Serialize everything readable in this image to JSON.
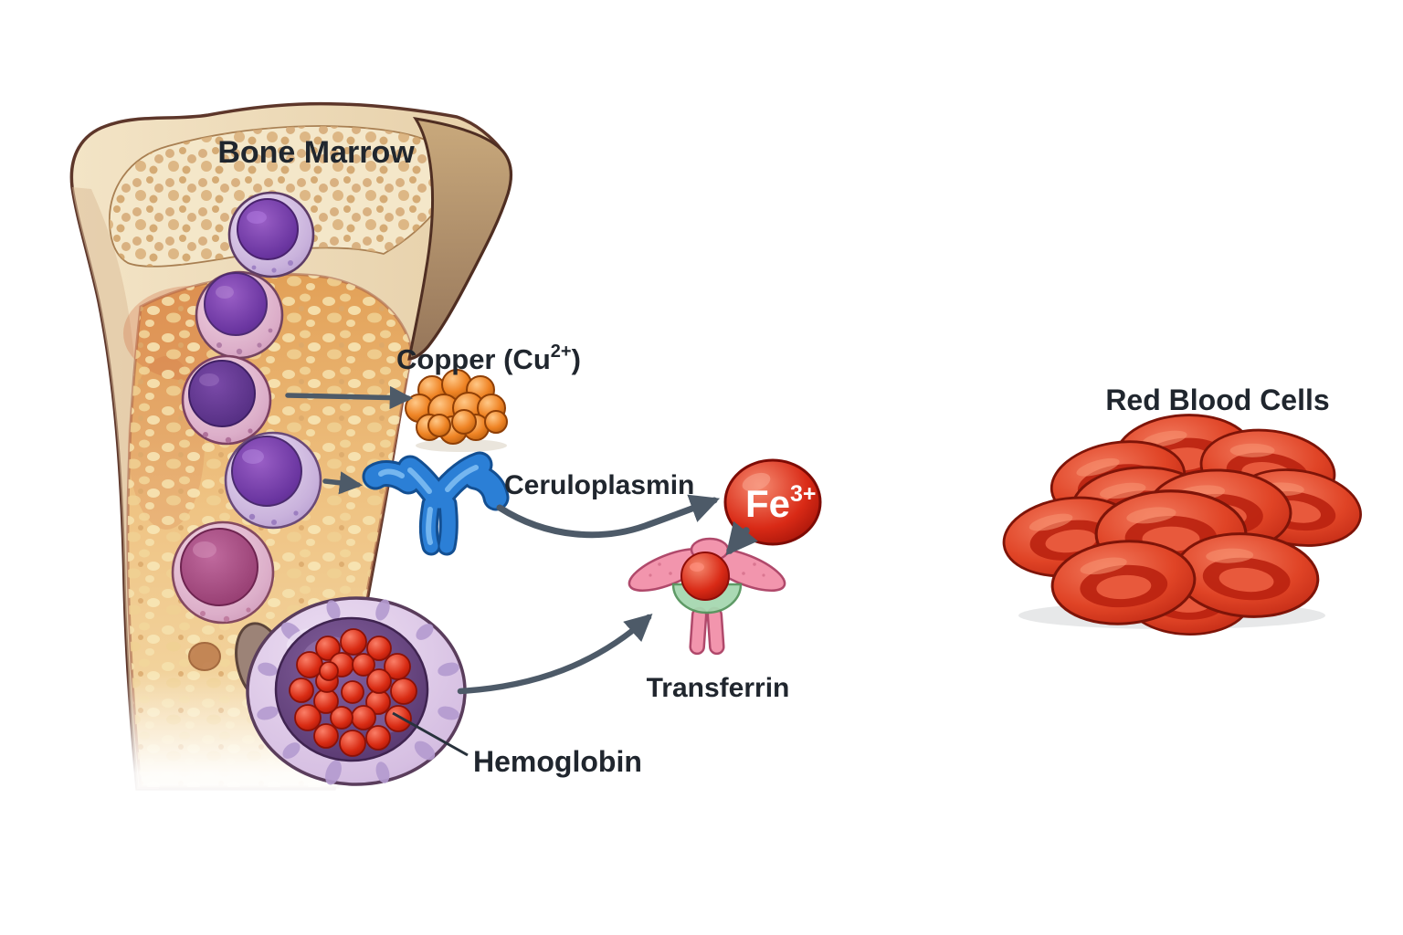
{
  "figure": {
    "labels": {
      "bone_marrow": "Bone Marrow",
      "copper": {
        "prefix": "Copper (Cu",
        "superscript": "2+",
        "suffix": ")"
      },
      "ceruloplasmin": "Ceruloplasmin",
      "iron": {
        "base": "Fe",
        "superscript": "3+"
      },
      "transferrin": "Transferrin",
      "hemoglobin": "Hemoglobin",
      "red_blood_cells": "Red Blood Cells"
    },
    "colors": {
      "label_text": "#20262e",
      "arrow": "#4d5a68",
      "bone_cream": "#eedcbd",
      "bone_side_brown": "#a8855f",
      "marrow_orange": "#efc383",
      "progenitor_purple": "#6a35a0",
      "copper_orange": "#ef8425",
      "ceruloplasmin_blue": "#2b7fd6",
      "iron_red": "#d92a16",
      "transferrin_pink": "#f295ad",
      "transferrin_green": "#a6d8b0",
      "hemoglobin_red": "#d92c14",
      "rbc_red": "#e04426"
    },
    "flow": [
      {
        "from": "bone-marrow-progenitor-cell",
        "to": "copper"
      },
      {
        "from": "bone-marrow-progenitor-cell",
        "to": "ceruloplasmin"
      },
      {
        "from": "ceruloplasmin",
        "to": "iron-fe3plus"
      },
      {
        "from": "iron-fe3plus",
        "to": "transferrin"
      },
      {
        "from": "erythroblast-with-hemoglobin",
        "to": "transferrin"
      }
    ]
  }
}
